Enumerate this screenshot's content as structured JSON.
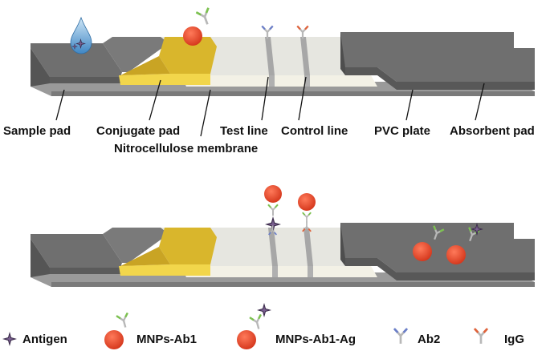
{
  "strip_labels": {
    "sample_pad": "Sample pad",
    "conjugate_pad": "Conjugate pad",
    "nitrocellulose_membrane": "Nitrocellulose membrane",
    "test_line": "Test line",
    "control_line": "Control line",
    "pvc_plate": "PVC plate",
    "absorbent_pad": "Absorbent pad"
  },
  "legend": {
    "antigen": "Antigen",
    "mnps_ab1": "MNPs-Ab1",
    "mnps_ab1_ag": "MNPs-Ab1-Ag",
    "ab2": "Ab2",
    "igg": "IgG"
  },
  "colors": {
    "pad_dark": "#6f6f6f",
    "pad_mid": "#8a8a8a",
    "membrane": "#f0efe6",
    "conjugate_gold": "#d9b62c",
    "conjugate_yellow": "#f2d64b",
    "nanoparticle": "#e0452c",
    "antibody_gray": "#b8b8b8",
    "antibody_green": "#7cc24f",
    "igg_red": "#e0623a",
    "antigen": "#3a2a4a",
    "ab2_blue": "#6a7ec8",
    "droplet": "#6aa7d9"
  },
  "icons": [
    "droplet-icon",
    "antigen-icon",
    "nanoparticle-icon",
    "antibody-icon",
    "ab2-icon",
    "igg-icon"
  ]
}
